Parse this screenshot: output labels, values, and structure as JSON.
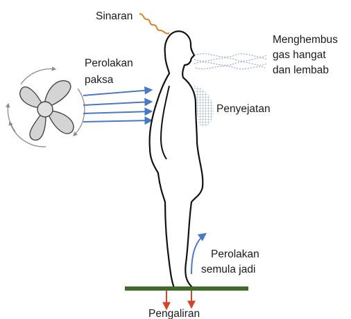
{
  "labels": {
    "sinaran": "Sinaran",
    "menghembus_line1": "Menghembus",
    "menghembus_line2": "gas hangat",
    "menghembus_line3": "dan lembab",
    "perolakan_paksa_line1": "Perolakan",
    "perolakan_paksa_line2": "paksa",
    "penyejatan": "Penyejatan",
    "perolakan_semula_jadi_line1": "Perolakan",
    "perolakan_semula_jadi_line2": "semula jadi",
    "pengaliran": "Pengaliran"
  },
  "icons": {
    "fan": "fan-icon",
    "human_body": "human-silhouette-icon",
    "radiation": "radiation-wave-icon",
    "exhaled_air": "exhaled-air-icon",
    "sweat": "sweat-patch-icon",
    "ground": "ground-plate-icon"
  },
  "colors": {
    "text": "#1a1a1a",
    "radiation": "#d9822b",
    "convection_arrow": "#4a78c2",
    "conduction_arrow": "#d2442b",
    "ground": "#3f6b2a",
    "sweat": "#8a9bb4",
    "body_outline": "#111111",
    "fan_fill": "#d4d4d4"
  }
}
